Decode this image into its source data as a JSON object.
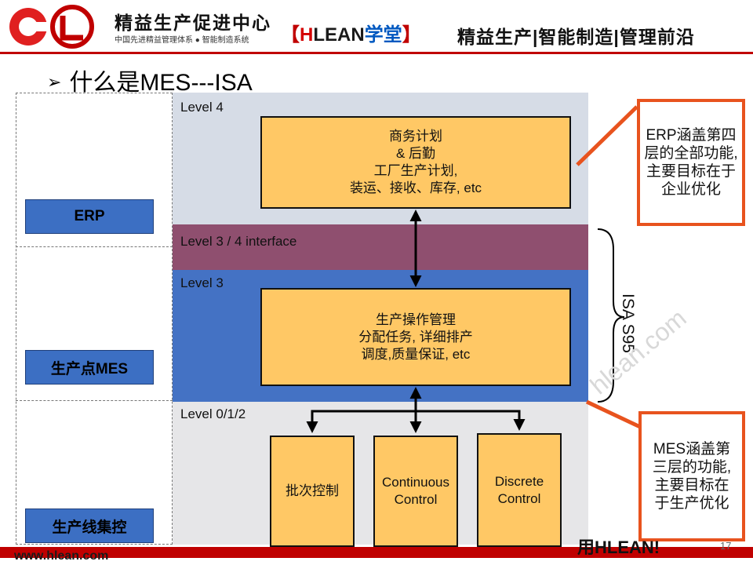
{
  "header": {
    "brand_name": "精益生产促进中心",
    "brand_sub": "中国先进精益管理体系 ● 智能制造系统",
    "academy": {
      "open": "【",
      "h": "H",
      "lean": "LEAN",
      "xuetang": "学堂",
      "close": "】"
    },
    "tagline": "精益生产|智能制造|管理前沿"
  },
  "slide_title": "什么是MES---ISA",
  "title_bullet": "➢",
  "left_column": {
    "erp": "ERP",
    "mes": "生产点MES",
    "line_control": "生产线集控"
  },
  "levels": {
    "level4": "Level 4",
    "interface": "Level 3 / 4 interface",
    "level3": "Level 3",
    "level012": "Level 0/1/2"
  },
  "boxes": {
    "business": [
      "商务计划",
      "& 后勤",
      "工厂生产计划,",
      "装运、接收、库存, etc"
    ],
    "operations": [
      "生产操作管理",
      "分配任务, 详细排产",
      "调度,质量保证, etc"
    ],
    "batch": "批次控制",
    "continuous": [
      "Continuous",
      "Control"
    ],
    "discrete": [
      "Discrete",
      "Control"
    ]
  },
  "notes": {
    "erp": [
      "ERP涵盖第四",
      "层的全部功能,",
      "主要目标在于",
      "企业优化"
    ],
    "mes": [
      "MES涵盖第",
      "三层的功能,",
      "主要目标在",
      "于生产优化"
    ]
  },
  "isa_label": "ISA S95",
  "watermark": "hlean.com",
  "footer": {
    "url": "www.hlean.com",
    "slogan": "用HLEAN!",
    "page": "17"
  },
  "colors": {
    "brand_red": "#c00000",
    "note_border": "#e8531e",
    "yellow_box": "#ffc865",
    "level4_band": "#d6dce6",
    "interface_band": "#8f4f6f",
    "level3_band": "#4472c4",
    "level012_band": "#e6e6e8",
    "side_box": "#3c6fc3"
  }
}
